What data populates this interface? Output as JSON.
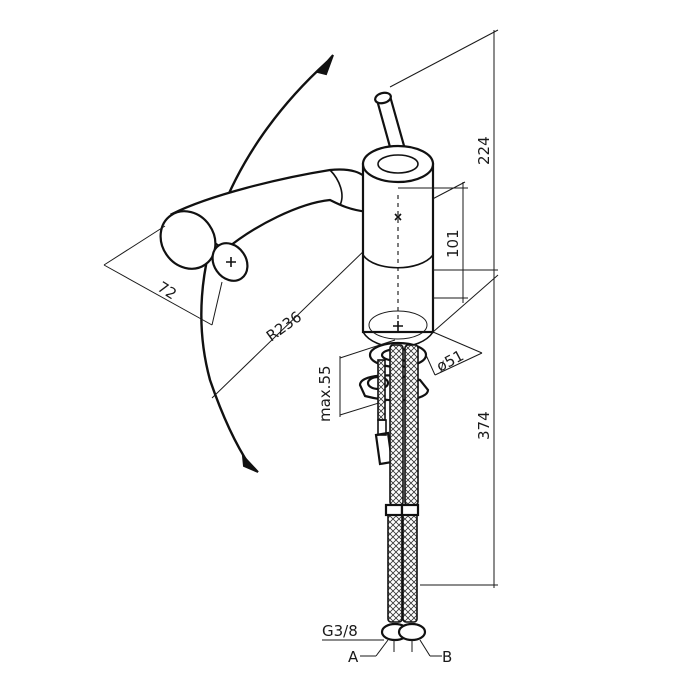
{
  "labels": {
    "spout_length": "72",
    "swing_radius": "R236",
    "body_height": "101",
    "top_height": "224",
    "hose_length": "374",
    "max_thickness": "max.55",
    "diameter": "ø51",
    "thread": "G3/8",
    "hose_a": "A",
    "hose_b": "B"
  },
  "colors": {
    "stroke": "#111111",
    "background": "#ffffff"
  }
}
